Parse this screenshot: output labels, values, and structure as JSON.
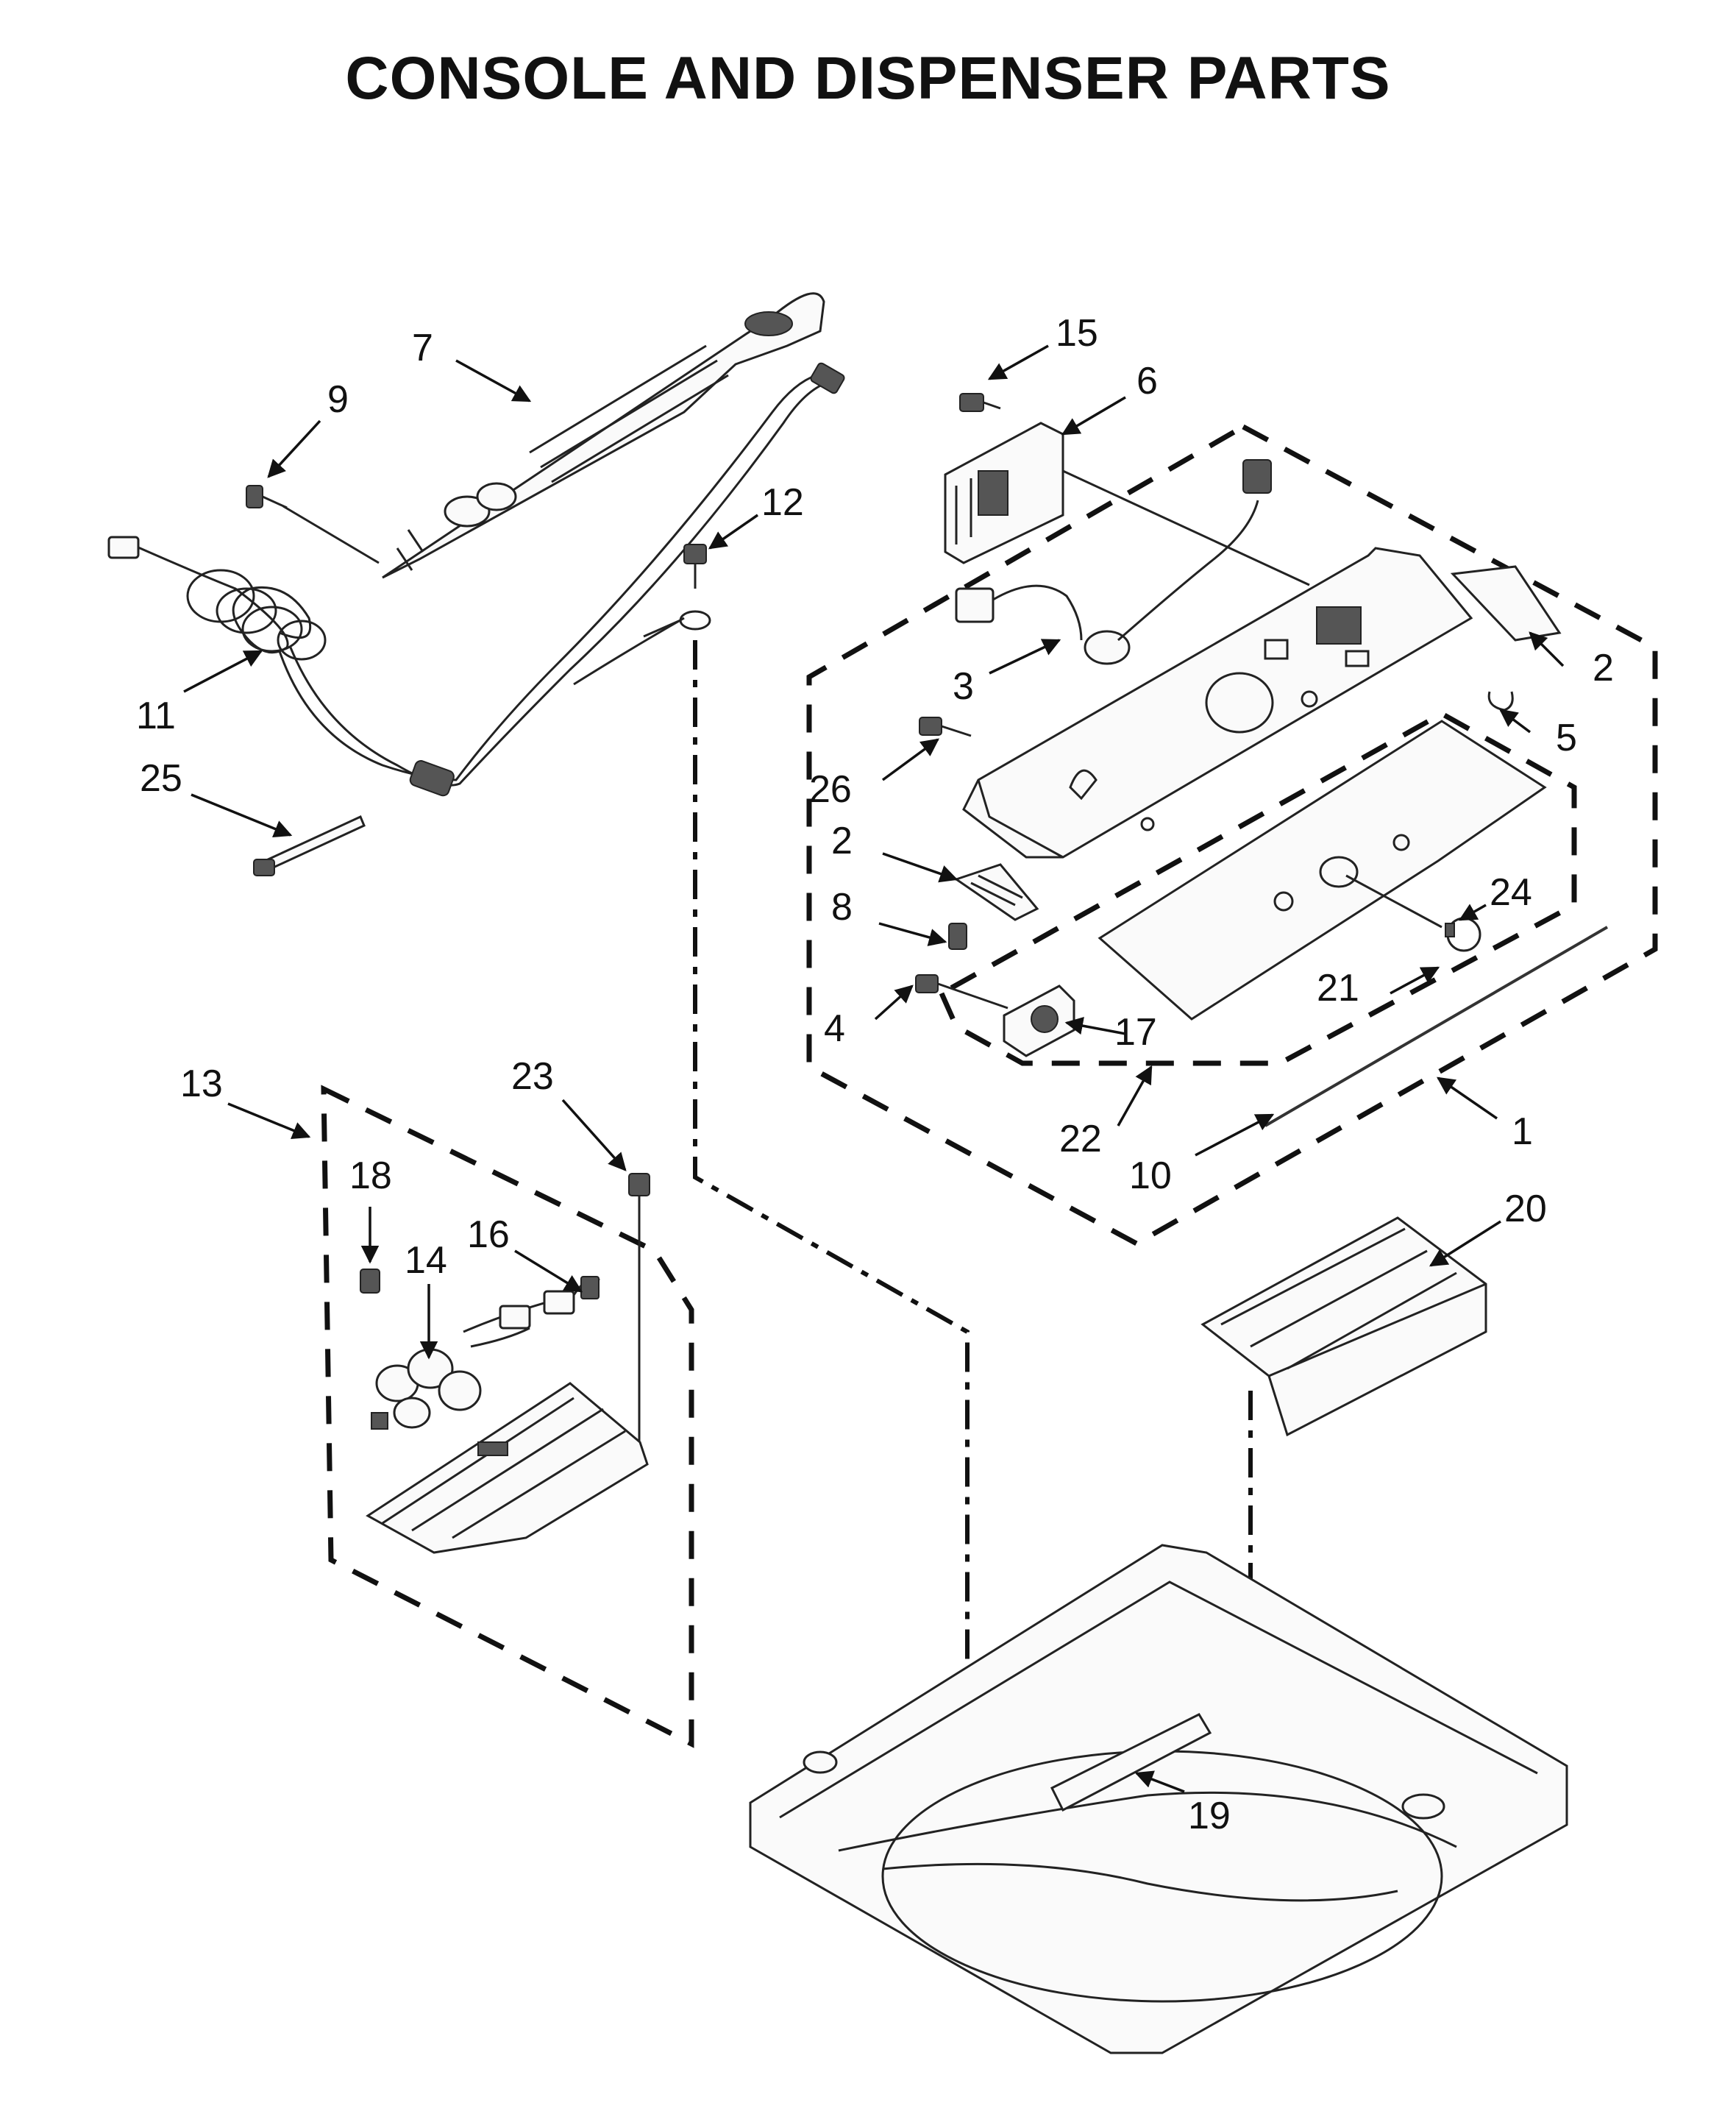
{
  "title": "CONSOLE AND DISPENSER PARTS",
  "callouts": {
    "c1": "1",
    "c2a": "2",
    "c2b": "2",
    "c3": "3",
    "c4": "4",
    "c5": "5",
    "c6": "6",
    "c7": "7",
    "c8": "8",
    "c9": "9",
    "c10": "10",
    "c11": "11",
    "c12": "12",
    "c13": "13",
    "c14": "14",
    "c15": "15",
    "c16": "16",
    "c17": "17",
    "c18": "18",
    "c19": "19",
    "c20": "20",
    "c21": "21",
    "c22": "22",
    "c23": "23",
    "c24": "24",
    "c25": "25",
    "c26": "26"
  }
}
